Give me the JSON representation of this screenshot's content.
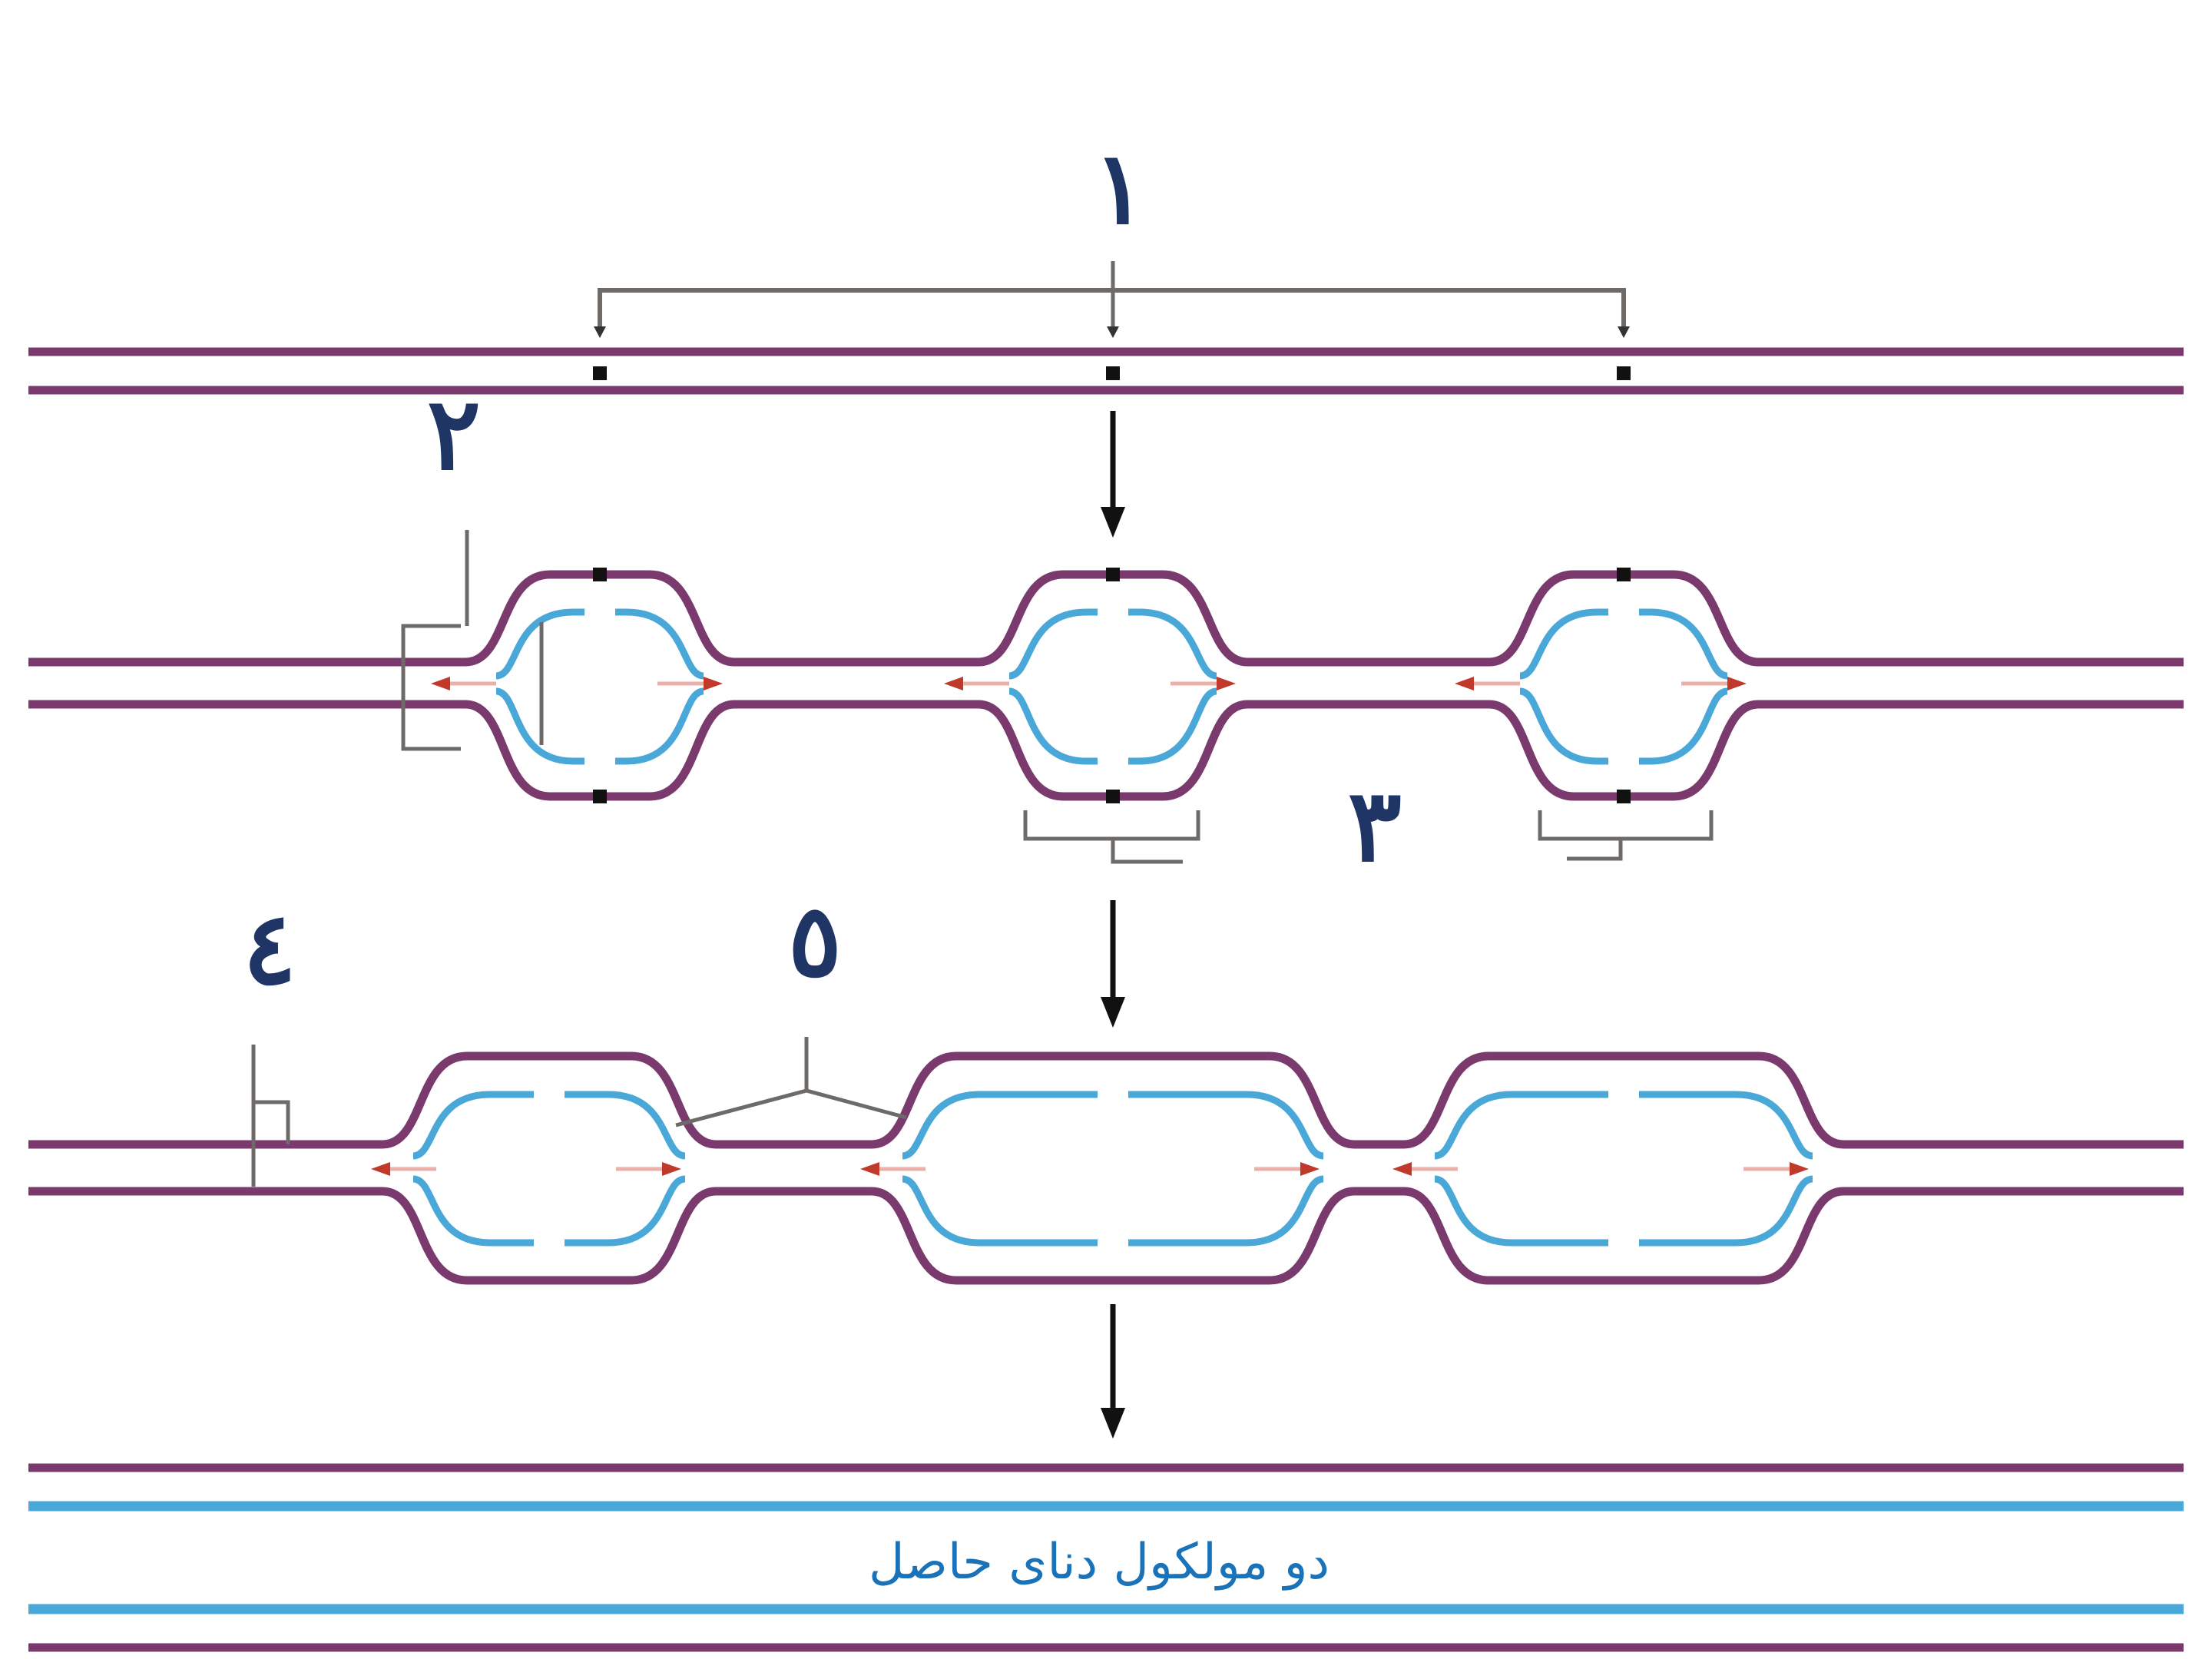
{
  "labels": {
    "step1": "١",
    "step2": "٢",
    "step3": "٣",
    "step4": "٤",
    "step5": "٥"
  },
  "caption": "دو مولکول دنای حاصل",
  "colors": {
    "parent_strand": "#7a3a6e",
    "new_strand": "#4aa8d8",
    "arrow": "#111111",
    "fork_arrow": "#c0392b",
    "bracket": "#6e6a68",
    "numeral": "#1f3566",
    "caption": "#1a73b8"
  }
}
